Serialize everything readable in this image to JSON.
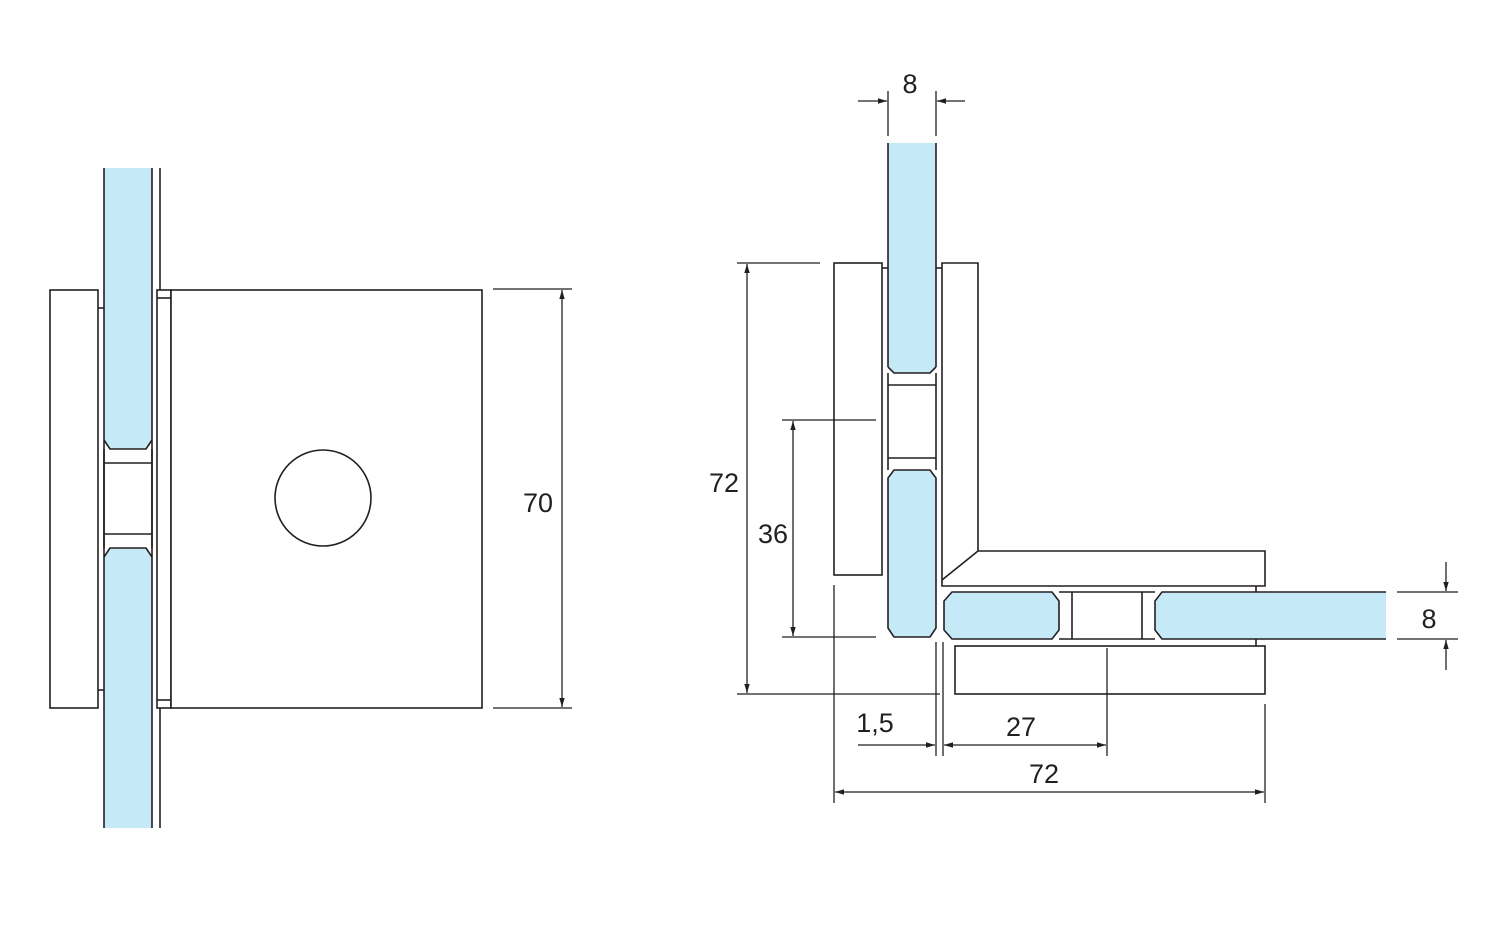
{
  "dimensions": {
    "side_view_height": "70",
    "corner_height": "72",
    "hole_offset": "36",
    "glass_thickness_top": "8",
    "glass_thickness_right": "8",
    "gap": "1,5",
    "hole_distance": "27",
    "corner_width": "72"
  },
  "colors": {
    "glass": "#c5e9f7",
    "lines": "#231f20",
    "background": "#ffffff"
  }
}
